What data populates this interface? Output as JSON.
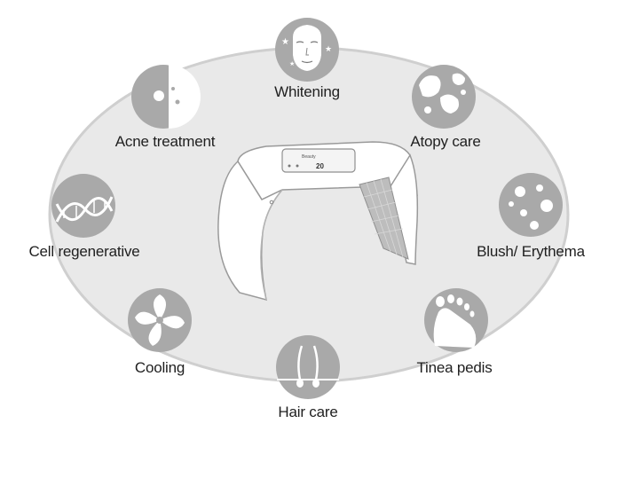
{
  "colors": {
    "ellipse_fill": "#e9e9e9",
    "ellipse_stroke": "#cfcfcf",
    "icon_fill": "#a9a9a9",
    "icon_detail": "#ffffff",
    "text": "#1f1f1f"
  },
  "device": {
    "screen_brand": "Beauty",
    "display_value": "20"
  },
  "benefits": [
    {
      "id": "whitening",
      "label": "Whitening",
      "icon": "face-icon"
    },
    {
      "id": "atopy",
      "label": "Atopy care",
      "icon": "skin-patches-icon"
    },
    {
      "id": "blush",
      "label": "Blush/ Erythema",
      "icon": "spots-icon"
    },
    {
      "id": "tinea",
      "label": "Tinea pedis",
      "icon": "foot-icon"
    },
    {
      "id": "hair",
      "label": "Hair care",
      "icon": "hair-follicle-icon"
    },
    {
      "id": "cooling",
      "label": "Cooling",
      "icon": "fan-icon"
    },
    {
      "id": "cell",
      "label": "Cell regenerative",
      "icon": "dna-icon"
    },
    {
      "id": "acne",
      "label": "Acne treatment",
      "icon": "acne-icon"
    }
  ]
}
